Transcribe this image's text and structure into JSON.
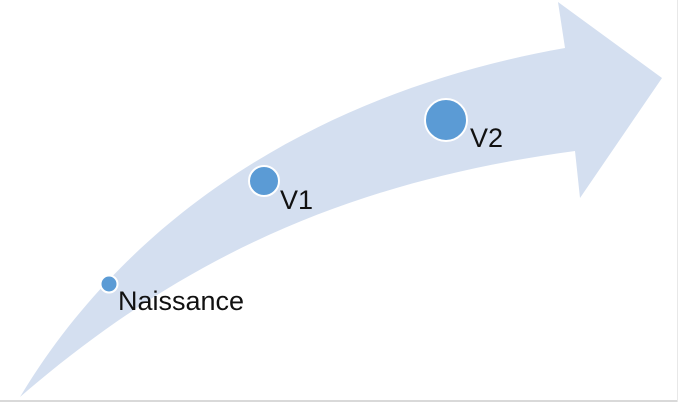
{
  "diagram": {
    "arrow_color": "#d4dff0",
    "milestone_color": "#5b9bd5",
    "milestone_outline": "#ffffff",
    "milestones": [
      {
        "label": "Naissance"
      },
      {
        "label": "V1"
      },
      {
        "label": "V2"
      }
    ]
  }
}
